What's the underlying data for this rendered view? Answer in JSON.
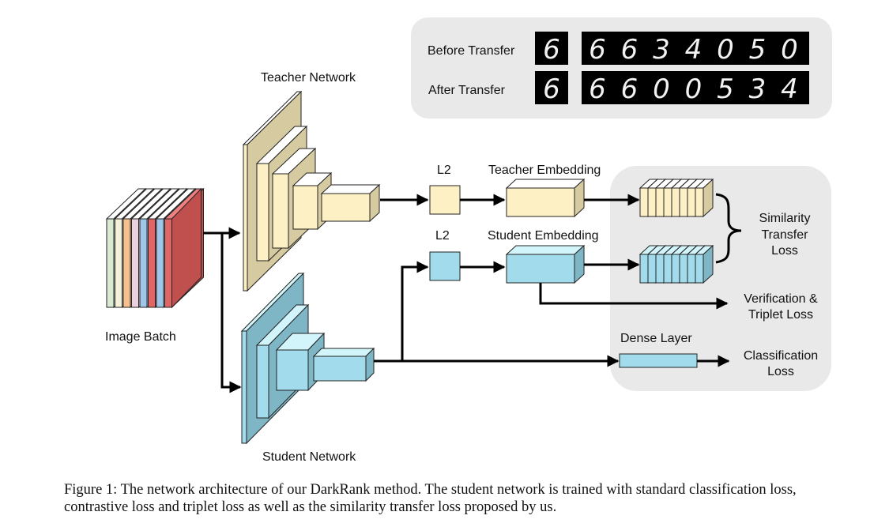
{
  "figure": {
    "transfer_panel": {
      "before_label": "Before Transfer",
      "after_label": "After Transfer",
      "query_digit": "6",
      "before_digits": [
        "6",
        "6",
        "3",
        "4",
        "0",
        "5",
        "0"
      ],
      "after_digits": [
        "6",
        "6",
        "0",
        "0",
        "5",
        "3",
        "4"
      ]
    },
    "labels": {
      "teacher_network": "Teacher Network",
      "student_network": "Student Network",
      "image_batch": "Image Batch",
      "l2_teacher": "L2",
      "l2_student": "L2",
      "teacher_embedding": "Teacher Embedding",
      "student_embedding": "Student Embedding",
      "similarity_transfer_loss": [
        "Similarity",
        "Transfer",
        "Loss"
      ],
      "verification_triplet_loss": [
        "Verification &",
        "Triplet Loss"
      ],
      "dense_layer": "Dense Layer",
      "classification_loss": [
        "Classification",
        "Loss"
      ]
    },
    "image_batch_colors": [
      "#d9ead3",
      "#f3f1d9",
      "#f6c08f",
      "#ead1dc",
      "#9fc5e8",
      "#e06666",
      "#9fc5e8",
      "#e06666"
    ],
    "colors": {
      "teacher_front": "#fdf0c4",
      "teacher_side": "#d6caa0",
      "student_front": "#a2dbeb",
      "student_side": "#7fb6c6",
      "batch_side": "#c0504d",
      "panel_bg": "#e9e9e9"
    },
    "caption": {
      "line1": "Figure 1: The network architecture of our DarkRank method. The student network is trained with standard classification loss,",
      "line2": "contrastive loss and triplet loss as well as the similarity transfer loss proposed by us."
    }
  }
}
